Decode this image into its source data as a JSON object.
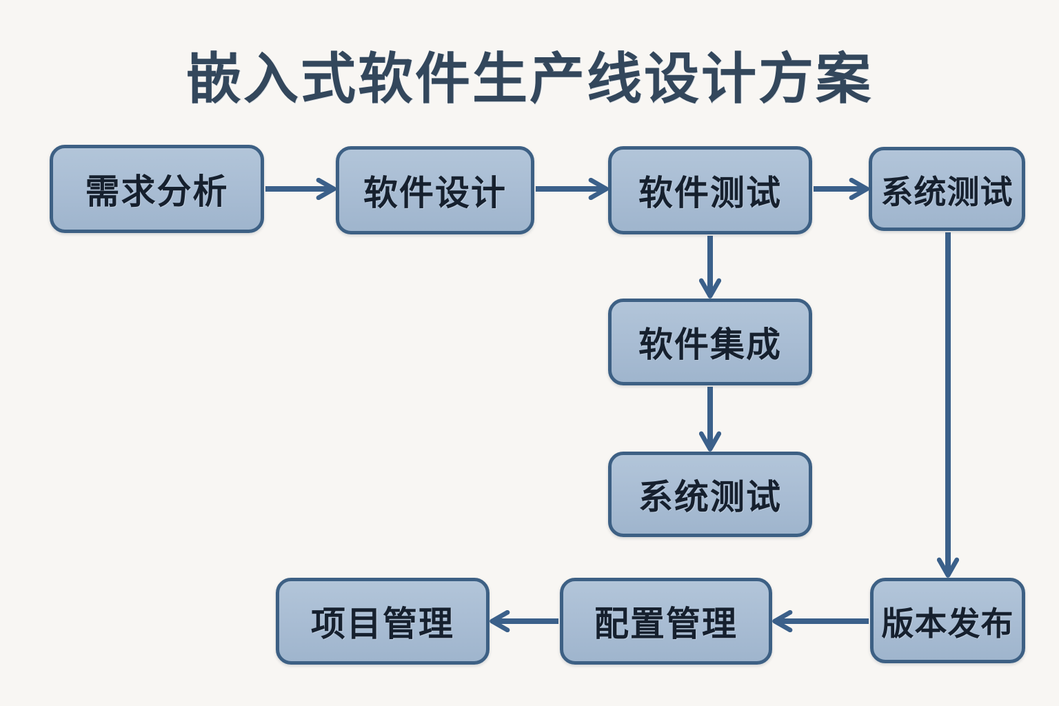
{
  "title": "嵌入式软件生产线设计方案",
  "nodes": [
    {
      "id": "requirements-analysis",
      "label": "需求分析"
    },
    {
      "id": "software-design",
      "label": "软件设计"
    },
    {
      "id": "software-testing",
      "label": "软件测试"
    },
    {
      "id": "system-testing-top",
      "label": "系统测试"
    },
    {
      "id": "software-integration",
      "label": "软件集成"
    },
    {
      "id": "system-testing-middle",
      "label": "系统测试"
    },
    {
      "id": "version-release",
      "label": "版本发布"
    },
    {
      "id": "configuration-management",
      "label": "配置管理"
    },
    {
      "id": "project-management",
      "label": "项目管理"
    }
  ],
  "edges": [
    {
      "from": "需求分析",
      "to": "软件设计",
      "direction": "right"
    },
    {
      "from": "软件设计",
      "to": "软件测试",
      "direction": "right"
    },
    {
      "from": "软件测试",
      "to": "系统测试",
      "direction": "right"
    },
    {
      "from": "软件测试",
      "to": "软件集成",
      "direction": "down"
    },
    {
      "from": "软件集成",
      "to": "系统测试",
      "direction": "down"
    },
    {
      "from": "系统测试",
      "to": "版本发布",
      "direction": "down"
    },
    {
      "from": "版本发布",
      "to": "配置管理",
      "direction": "left"
    },
    {
      "from": "配置管理",
      "to": "项目管理",
      "direction": "left"
    }
  ],
  "colors": {
    "background": "#f8f6f3",
    "node_fill": "#a8bcd3",
    "node_border": "#3d6084",
    "arrow": "#3b608a",
    "title_text": "#33475c",
    "node_text": "#16202e"
  }
}
